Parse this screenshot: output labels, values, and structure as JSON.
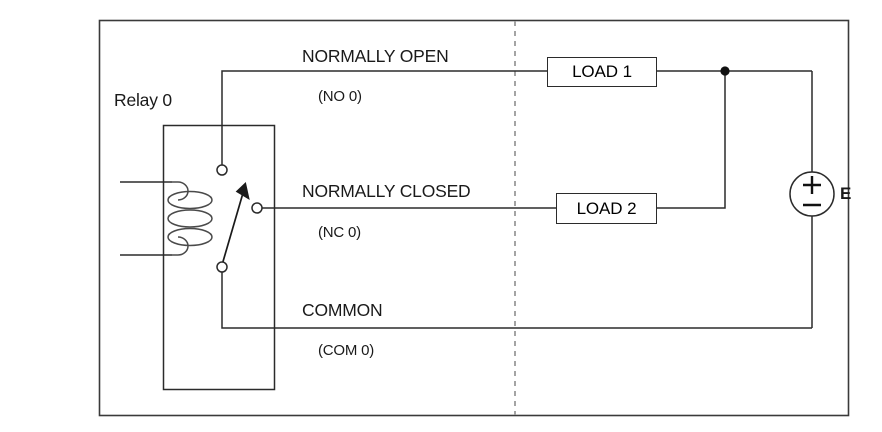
{
  "diagram": {
    "title_label": "Relay 0",
    "terminals": [
      {
        "name": "normally-open",
        "main": "NORMALLY OPEN",
        "sub": "(NO 0)"
      },
      {
        "name": "normally-closed",
        "main": "NORMALLY CLOSED",
        "sub": "(NC 0)"
      },
      {
        "name": "common",
        "main": "COMMON",
        "sub": "(COM 0)"
      }
    ],
    "loads": [
      {
        "label": "LOAD 1"
      },
      {
        "label": "LOAD 2"
      }
    ],
    "source": {
      "label": "E",
      "plus": "+",
      "minus": "–"
    },
    "colors": {
      "wire": "#2b2b2b",
      "coil": "#4a4a4a",
      "border": "#3a3a3a",
      "divider": "#9a9a9a",
      "text": "#1a1a1a",
      "background": "#ffffff"
    }
  }
}
